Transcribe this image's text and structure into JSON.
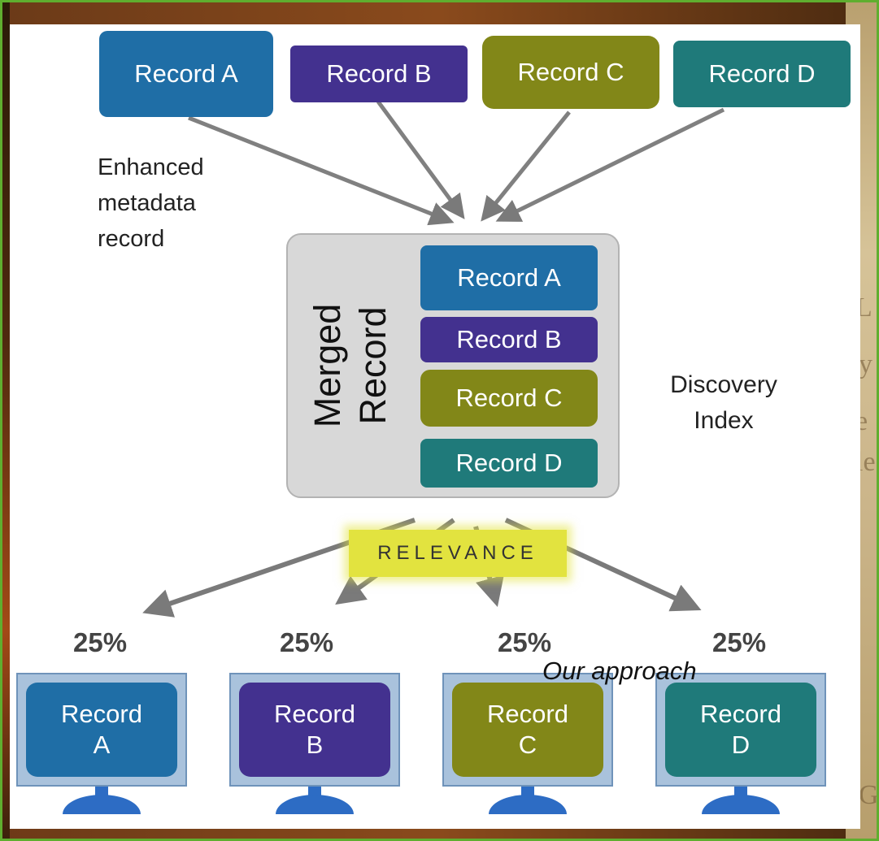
{
  "diagram": {
    "top_records": [
      {
        "label": "Record A",
        "color": "#1f6ea6"
      },
      {
        "label": "Record B",
        "color": "#43318f"
      },
      {
        "label": "Record C",
        "color": "#828718"
      },
      {
        "label": "Record D",
        "color": "#1f7a7a"
      }
    ],
    "enhanced_label": [
      "Enhanced",
      "metadata",
      "record"
    ],
    "merged_title": [
      "Merged",
      "Record"
    ],
    "merged_records": [
      {
        "label": "Record A",
        "color": "#1f6ea6"
      },
      {
        "label": "Record B",
        "color": "#43318f"
      },
      {
        "label": "Record C",
        "color": "#828718"
      },
      {
        "label": "Record D",
        "color": "#1f7a7a"
      }
    ],
    "discovery_label": [
      "Discovery",
      "Index"
    ],
    "relevance_label": "RELEVANCE",
    "relevance_color": "#e2e33f",
    "percentages": [
      "25%",
      "25%",
      "25%",
      "25%"
    ],
    "approach_label": "Our approach",
    "monitors": [
      {
        "line1": "Record",
        "line2": "A",
        "color": "#1f6ea6"
      },
      {
        "line1": "Record",
        "line2": "B",
        "color": "#43318f"
      },
      {
        "line1": "Record",
        "line2": "C",
        "color": "#828718"
      },
      {
        "line1": "Record",
        "line2": "D",
        "color": "#1f7a7a"
      }
    ],
    "frame_color": "#5fae2f"
  }
}
